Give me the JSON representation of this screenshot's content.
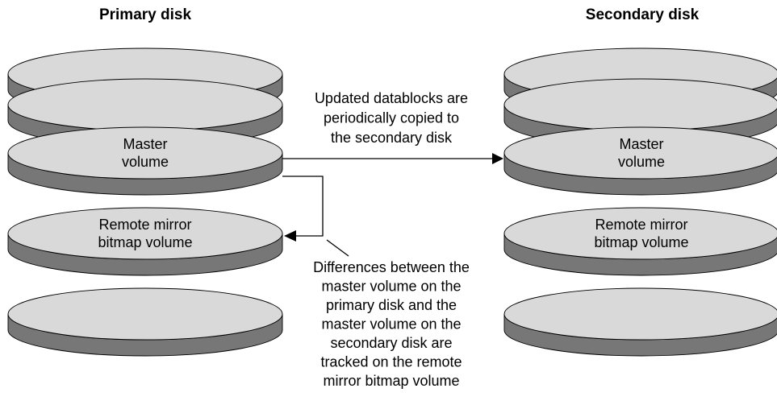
{
  "primary": {
    "title": "Primary disk",
    "volumes": [
      {
        "lines": []
      },
      {
        "lines": []
      },
      {
        "lines": [
          "Master",
          "volume"
        ]
      },
      {
        "lines": [
          "Remote mirror",
          "bitmap volume"
        ]
      },
      {
        "lines": []
      }
    ]
  },
  "secondary": {
    "title": "Secondary disk",
    "volumes": [
      {
        "lines": []
      },
      {
        "lines": []
      },
      {
        "lines": [
          "Master",
          "volume"
        ]
      },
      {
        "lines": [
          "Remote mirror",
          "bitmap volume"
        ]
      },
      {
        "lines": []
      }
    ]
  },
  "copy_note": {
    "lines": [
      "Updated datablocks are",
      "periodically copied to",
      "the secondary disk"
    ]
  },
  "tracking_note": {
    "lines": [
      "Differences between the",
      "master volume on the",
      "primary disk and the",
      "master volume on the",
      "secondary disk are",
      "tracked on the remote",
      "mirror bitmap volume"
    ]
  },
  "colors": {
    "platter_top": "#d9d9d9",
    "platter_side": "#777777"
  }
}
